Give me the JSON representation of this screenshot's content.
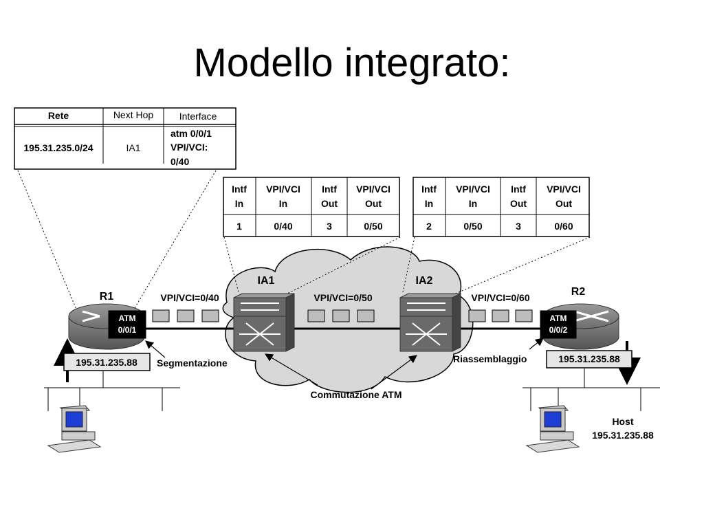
{
  "title": "Modello integrato:",
  "routing_table": {
    "headers": [
      "Rete",
      "Next Hop",
      "Interface"
    ],
    "row": {
      "rete": "195.31.235.0/24",
      "next_hop": "IA1",
      "interface_lines": [
        "atm 0/0/1",
        "VPI/VCI:",
        "0/40"
      ]
    }
  },
  "switch_table_1": {
    "headers": [
      [
        "Intf",
        "In"
      ],
      [
        "VPI/VCI",
        "In"
      ],
      [
        "Intf",
        "Out"
      ],
      [
        "VPI/VCI",
        "Out"
      ]
    ],
    "row": [
      "1",
      "0/40",
      "3",
      "0/50"
    ]
  },
  "switch_table_2": {
    "headers": [
      [
        "Intf",
        "In"
      ],
      [
        "VPI/VCI",
        "In"
      ],
      [
        "Intf",
        "Out"
      ],
      [
        "VPI/VCI",
        "Out"
      ]
    ],
    "row": [
      "2",
      "0/50",
      "3",
      "0/60"
    ]
  },
  "nodes": {
    "r1": "R1",
    "r2": "R2",
    "ia1": "IA1",
    "ia2": "IA2",
    "atm_r1": [
      "ATM",
      "0/0/1"
    ],
    "atm_r2": [
      "ATM",
      "0/0/2"
    ]
  },
  "links": {
    "vpi1": "VPI/VCI=0/40",
    "vpi2": "VPI/VCI=0/50",
    "vpi3": "VPI/VCI=0/60"
  },
  "labels": {
    "addr_left": "195.31.235.88",
    "addr_right": "195.31.235.88",
    "segmentazione": "Segmentazione",
    "riassemblaggio": "Riassemblaggio",
    "commutazione": "Commutazione ATM",
    "host_line1": "Host",
    "host_line2": "195.31.235.88"
  }
}
